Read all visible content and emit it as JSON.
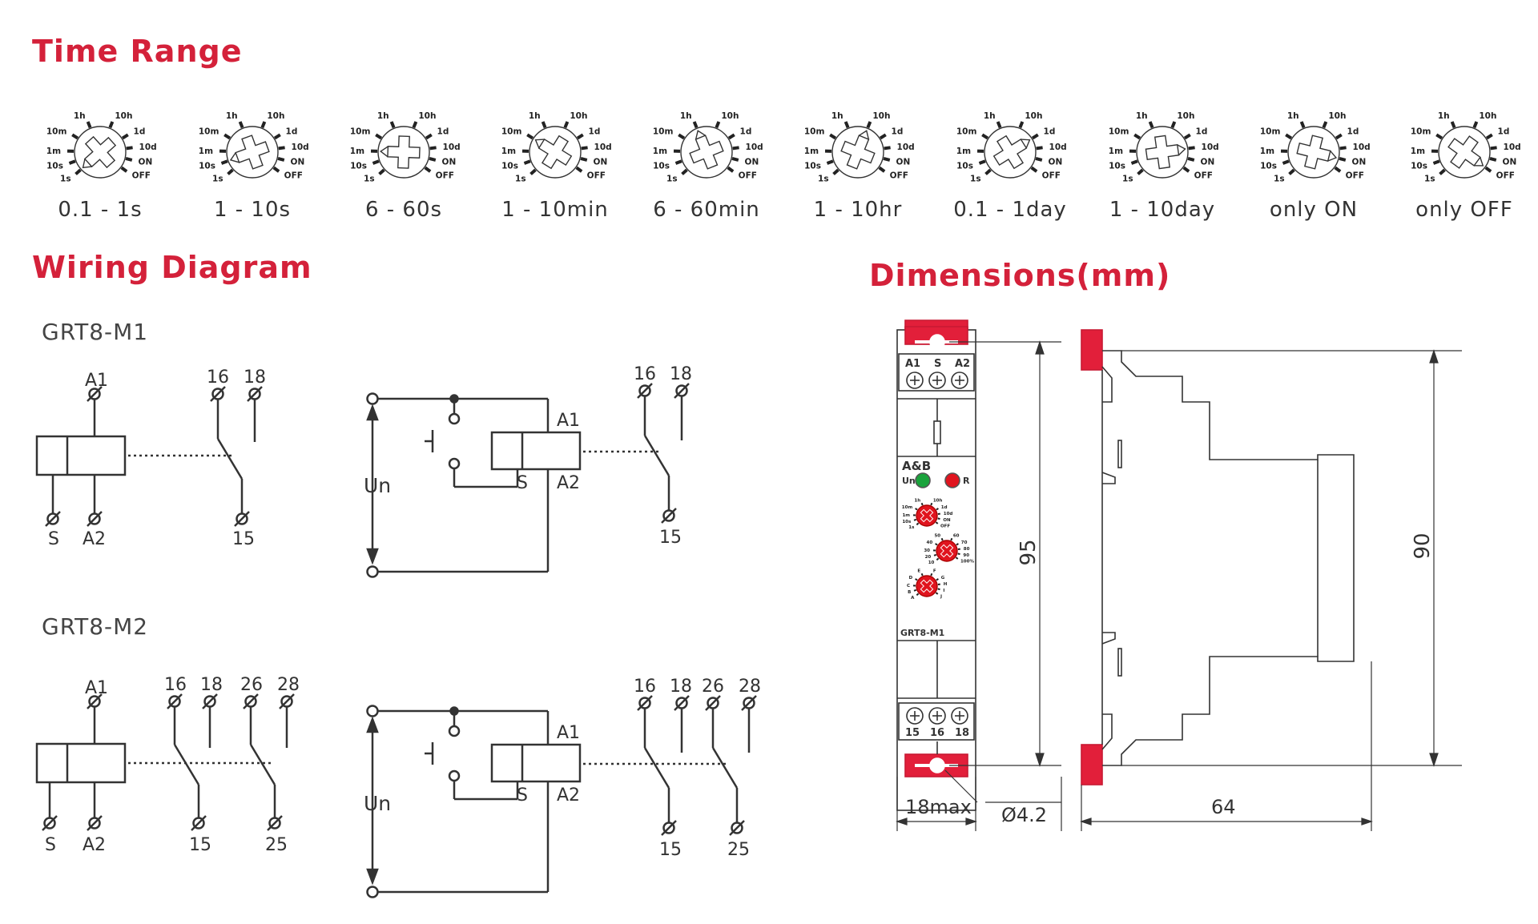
{
  "headings": {
    "time_range": "Time Range",
    "wiring_diagram": "Wiring Diagram",
    "dimensions": "Dimensions(mm)"
  },
  "dial_scale_labels": [
    "1s",
    "10s",
    "1m",
    "10m",
    "1h",
    "10h",
    "1d",
    "10d",
    "ON",
    "OFF"
  ],
  "time_ranges": [
    {
      "label": "0.1 - 1s",
      "pointer": 0
    },
    {
      "label": "1 - 10s",
      "pointer": 1
    },
    {
      "label": "6 - 60s",
      "pointer": 2
    },
    {
      "label": "1 - 10min",
      "pointer": 3
    },
    {
      "label": "6 - 60min",
      "pointer": 4
    },
    {
      "label": "1 - 10hr",
      "pointer": 5
    },
    {
      "label": "0.1 - 1day",
      "pointer": 6
    },
    {
      "label": "1 - 10day",
      "pointer": 7
    },
    {
      "label": "only ON",
      "pointer": 8
    },
    {
      "label": "only OFF",
      "pointer": 9
    }
  ],
  "wiring": {
    "m1": {
      "model": "GRT8-M1",
      "terminals": {
        "a1": "A1",
        "a2": "A2",
        "s": "S",
        "t15": "15",
        "t16": "16",
        "t18": "18"
      },
      "supply": "Un"
    },
    "m2": {
      "model": "GRT8-M2",
      "terminals": {
        "a1": "A1",
        "a2": "A2",
        "s": "S",
        "t15": "15",
        "t16": "16",
        "t18": "18",
        "t25": "25",
        "t26": "26",
        "t28": "28"
      },
      "supply": "Un"
    }
  },
  "dimensions": {
    "height_total": "95",
    "height_body": "90",
    "width_front": "18max",
    "depth": "64",
    "hole": "Ø4.2",
    "front_panel": {
      "brand": "A&B",
      "model": "GRT8-M1",
      "top_terminals": [
        "A1",
        "S",
        "A2"
      ],
      "bottom_terminals": [
        "15",
        "16",
        "18"
      ],
      "led_power": "Un",
      "led_relay": "R",
      "led_power_color": "#1aa33c",
      "led_relay_color": "#e0141e",
      "dial_color": "#e0141e",
      "dial1_labels": [
        "1s",
        "10s",
        "1m",
        "10m",
        "1h",
        "10h",
        "1d",
        "10d",
        "ON",
        "OFF"
      ],
      "dial2_labels": [
        "10",
        "20",
        "30",
        "40",
        "50",
        "60",
        "70",
        "80",
        "90",
        "100%"
      ],
      "dial3_labels": [
        "A",
        "B",
        "C",
        "D",
        "E",
        "F",
        "G",
        "H",
        "I",
        "J"
      ]
    }
  },
  "colors": {
    "accent": "#d4213a",
    "line": "#333333",
    "red_part": "#e21f3a"
  }
}
